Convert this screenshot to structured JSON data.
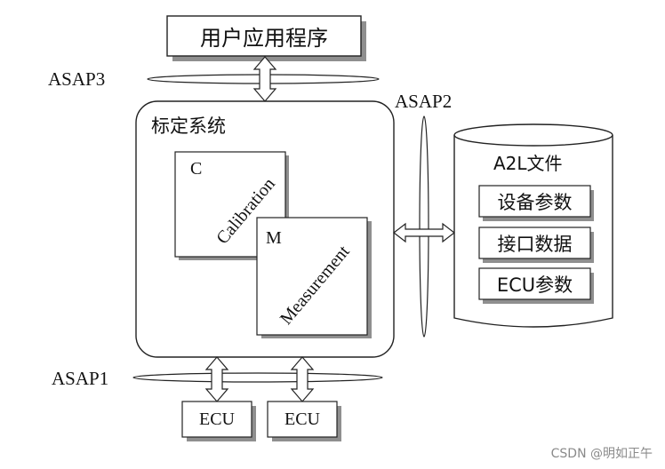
{
  "labels": {
    "user_app": "用户应用程序",
    "asap3": "ASAP3",
    "asap2": "ASAP2",
    "asap1": "ASAP1",
    "calib_system": "标定系统",
    "c_letter": "C",
    "m_letter": "M",
    "calibration": "Calibration",
    "measurement": "Measurement",
    "a2l_title": "A2L文件",
    "a2l_items": [
      "设备参数",
      "接口数据",
      "ECU参数"
    ],
    "ecu_left": "ECU",
    "ecu_right": "ECU"
  },
  "watermark": "CSDN @明如正午",
  "colors": {
    "line": "#222222",
    "shadow": "#8f8f8f",
    "watermark": "#8a8a8a"
  }
}
